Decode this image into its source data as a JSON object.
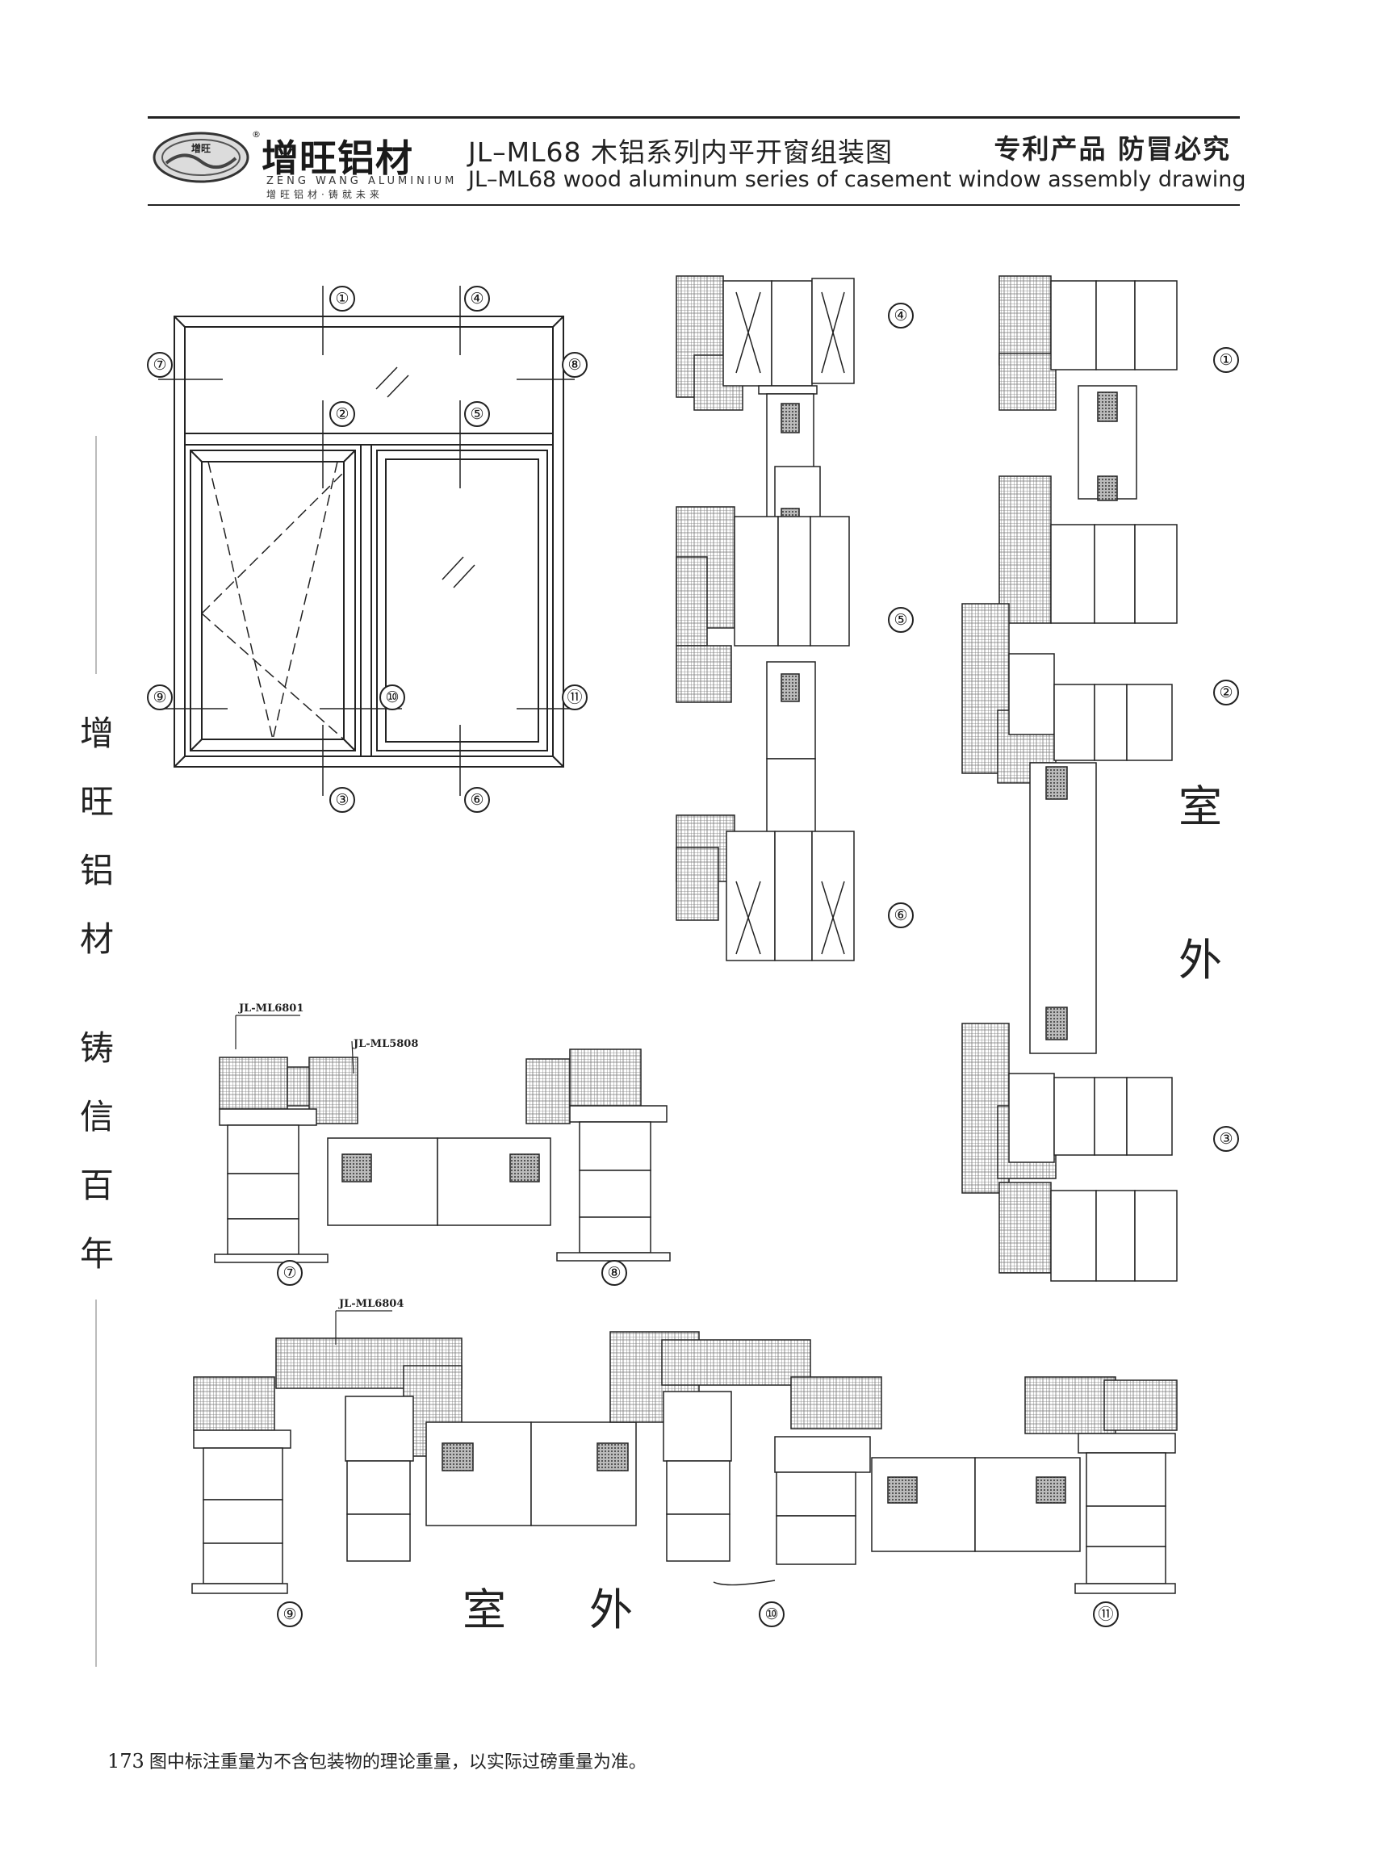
{
  "header": {
    "logo_mark_text": "增旺",
    "brand_name": "增旺铝材",
    "brand_en": "ZENG WANG ALUMINIUM",
    "brand_slogan": "增旺铝材·铸就未来",
    "title_cn": "JL–ML68 木铝系列内平开窗组装图",
    "title_en": "JL–ML68 wood aluminum series of casement window assembly drawing",
    "patent_text": "专利产品 防冒必究"
  },
  "side_text": [
    "增",
    "旺",
    "铝",
    "材",
    "铸",
    "信",
    "百",
    "年"
  ],
  "elevation_markers": [
    "①",
    "②",
    "③",
    "④",
    "⑤",
    "⑥",
    "⑦",
    "⑧",
    "⑨",
    "⑩",
    "⑪"
  ],
  "section_right_top_labels": [
    "④",
    "⑤",
    "⑥"
  ],
  "section_far_right_labels": [
    "①",
    "②",
    "③"
  ],
  "section_middle_labels": [
    "⑦",
    "⑧"
  ],
  "section_bottom_labels": [
    "⑨",
    "⑩",
    "⑪"
  ],
  "part_labels": {
    "p1": "JL-ML6801",
    "p2": "JL-ML5808",
    "p3": "JL-ML6804"
  },
  "room_labels": {
    "right_top": "室",
    "right_bottom": "外",
    "bottom_left": "室",
    "bottom_right": "外"
  },
  "footer": {
    "page_number": "173",
    "note": "图中标注重量为不含包装物的理论重量，以实际过磅重量为准。"
  }
}
